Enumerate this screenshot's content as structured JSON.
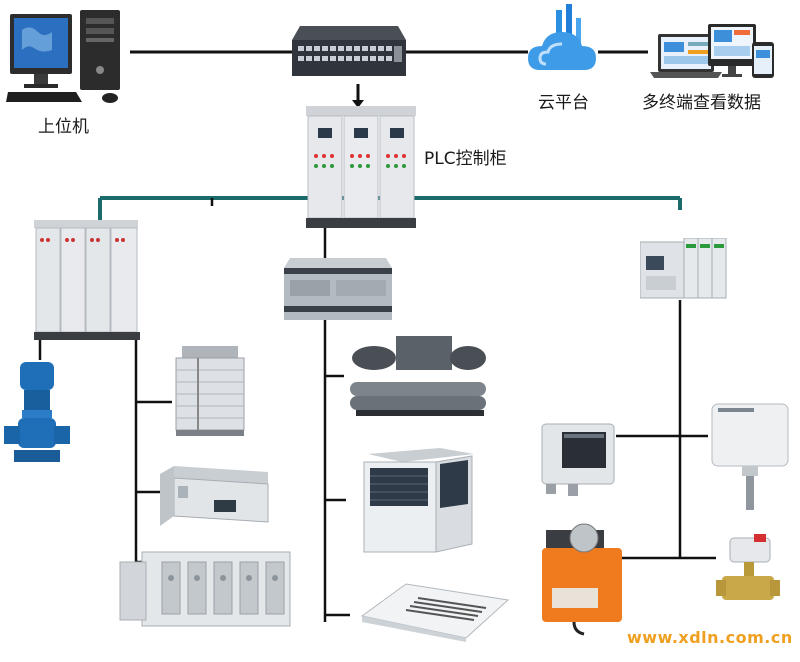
{
  "labels": {
    "host_computer": "上位机",
    "cloud_platform": "云平台",
    "multi_terminal": "多终端查看数据",
    "plc_cabinet": "PLC控制柜"
  },
  "watermark": "www.xdln.com.cn",
  "colors": {
    "bus_main": "#1c6b6b",
    "line": "#111111",
    "cabinet": "#e9ebee",
    "cloud": "#2a8fe0",
    "actuator": "#f07a1e",
    "pump": "#1e6fb8",
    "watermark": "#f0a020"
  }
}
